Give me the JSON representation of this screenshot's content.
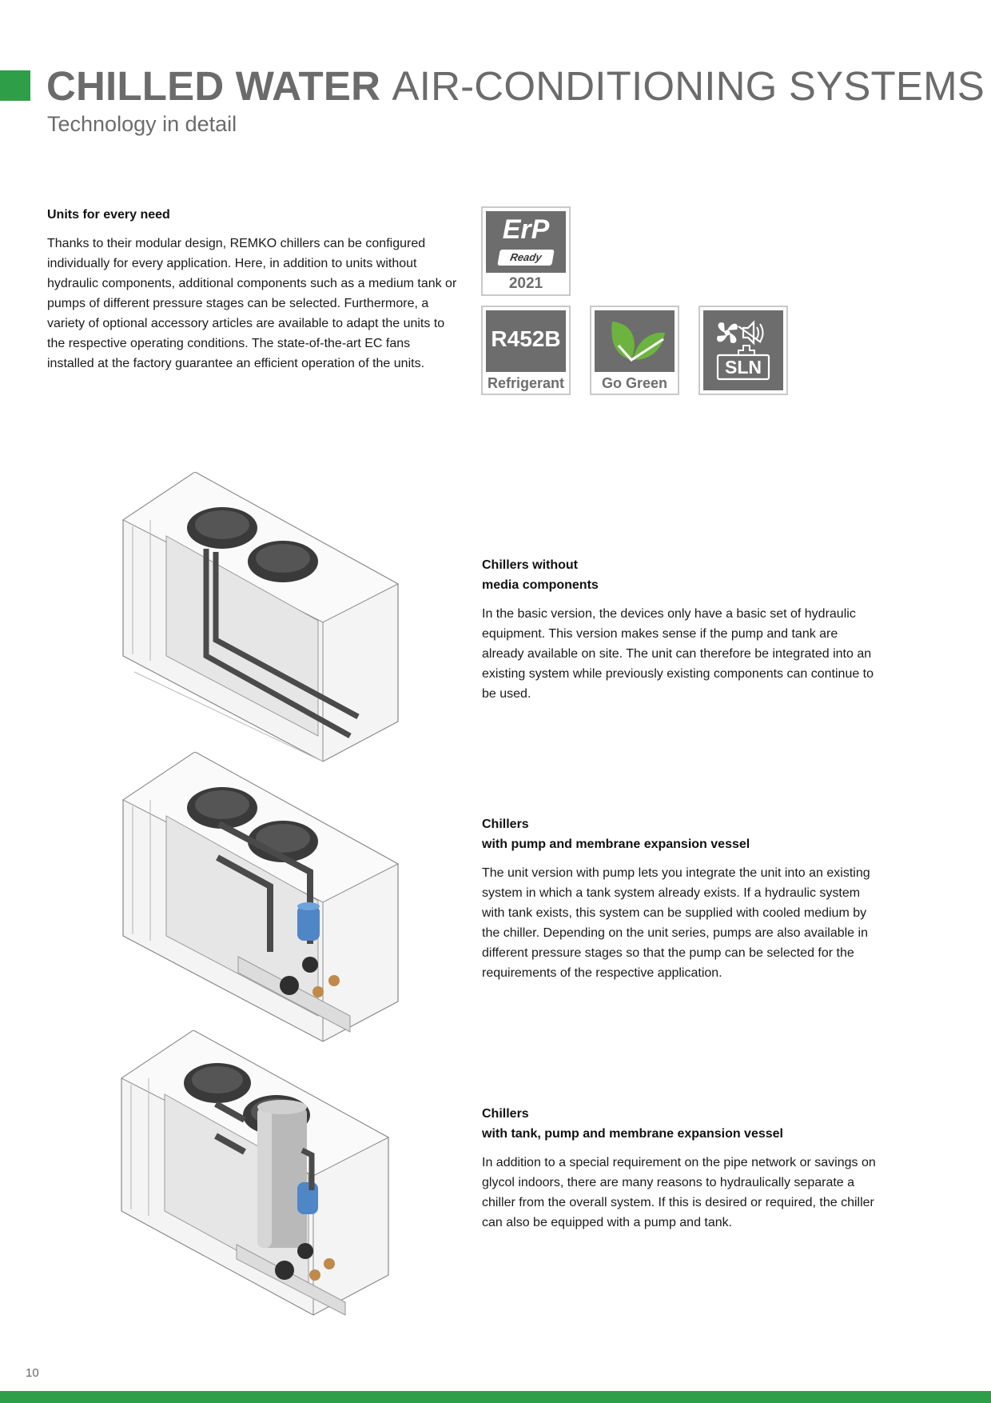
{
  "header": {
    "title_bold": "CHILLED WATER",
    "title_light": "AIR-CONDITIONING SYSTEMS",
    "subtitle": "Technology in detail"
  },
  "intro": {
    "heading": "Units for every need",
    "text": "Thanks to their modular design, REMKO chillers can be configured individually for every application. Here, in addition to units without hydraulic components, additional components such as a medium tank or pumps of different pressure stages can be selected. Furthermore, a variety of optional accessory articles are available to adapt the units to the respective operating conditions. The state-of-the-art EC fans installed at the factory guarantee an efficient operation of the units."
  },
  "badges": {
    "erp": {
      "word": "ErP",
      "ready": "Ready",
      "year": "2021"
    },
    "refrigerant": {
      "code": "R452B",
      "caption": "Refrigerant"
    },
    "gogreen": {
      "caption": "Go Green",
      "icon": "leaf-check-icon",
      "leaf_color": "#6cb33f"
    },
    "sln": {
      "label": "SLN",
      "icon": "fan-speaker-icon"
    }
  },
  "variants": [
    {
      "heading_line1": "Chillers without",
      "heading_line2": "media components",
      "text": "In the basic version, the devices only have a basic set of hydraulic equipment. This version makes sense if the pump and tank are already available on site. The unit can therefore be integrated into an existing system while previously existing components can continue to be used."
    },
    {
      "heading_line1": "Chillers",
      "heading_line2": "with pump and membrane expansion vessel",
      "text": "The unit version with pump lets you integrate the unit into an existing system in which a tank system already exists. If a hydraulic system with tank exists, this system can be supplied with cooled medium by the chiller. Depending on the unit series, pumps are also available in different pressure stages so that the pump can be selected for the requirements of the respective application."
    },
    {
      "heading_line1": "Chillers",
      "heading_line2": "with tank, pump and membrane expansion vessel",
      "text": "In addition to a special requirement on the pipe network or savings on glycol indoors, there are many reasons to hydraulically separate a chiller from the overall system. If this is desired or required, the chiller can also be equipped with a pump and tank."
    }
  ],
  "footer": {
    "page_number": "10"
  },
  "colors": {
    "accent": "#2e9e48",
    "title_gray": "#6b6b6b",
    "badge_gray": "#6d6d6d"
  }
}
